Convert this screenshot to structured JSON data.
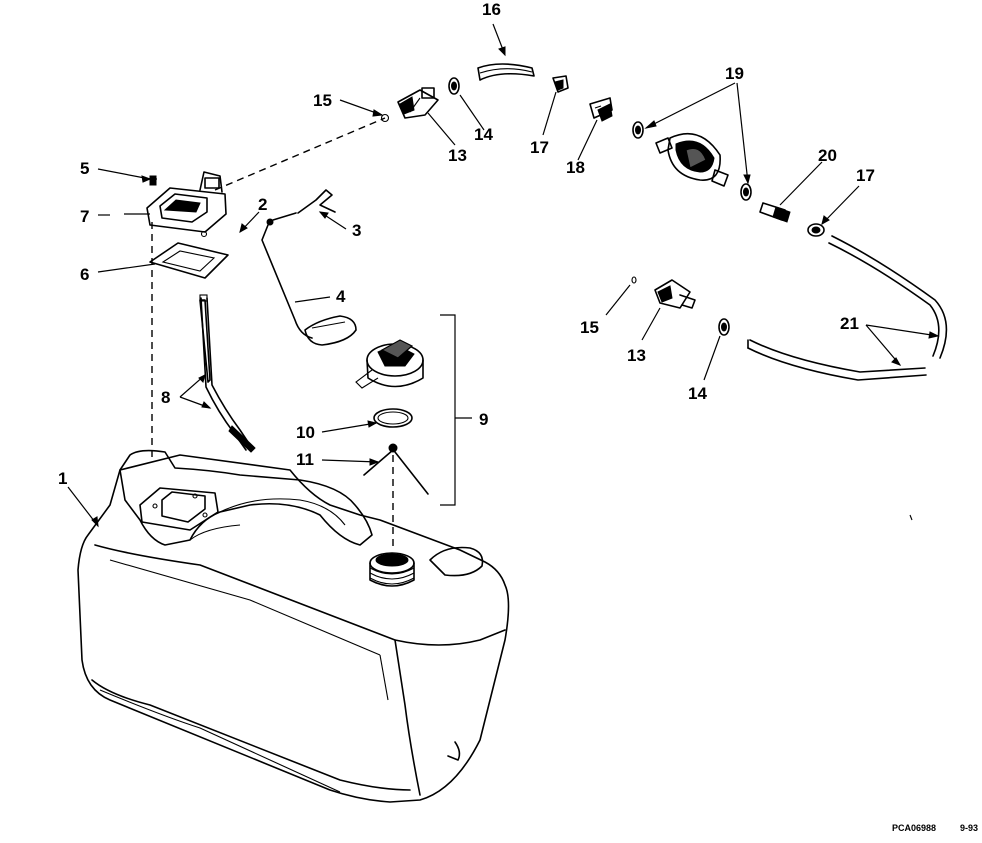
{
  "diagram": {
    "callouts": {
      "c1": "1",
      "c2": "2",
      "c3": "3",
      "c4": "4",
      "c5": "5",
      "c6": "6",
      "c7": "7",
      "c8": "8",
      "c9": "9",
      "c10": "10",
      "c11": "11",
      "c13a": "13",
      "c13b": "13",
      "c14a": "14",
      "c14b": "14",
      "c15a": "15",
      "c15b": "15",
      "c16": "16",
      "c17a": "17",
      "c17b": "17",
      "c18": "18",
      "c19": "19",
      "c20": "20",
      "c21": "21"
    },
    "footer": {
      "code": "PCA06988",
      "date": "9-93"
    }
  }
}
